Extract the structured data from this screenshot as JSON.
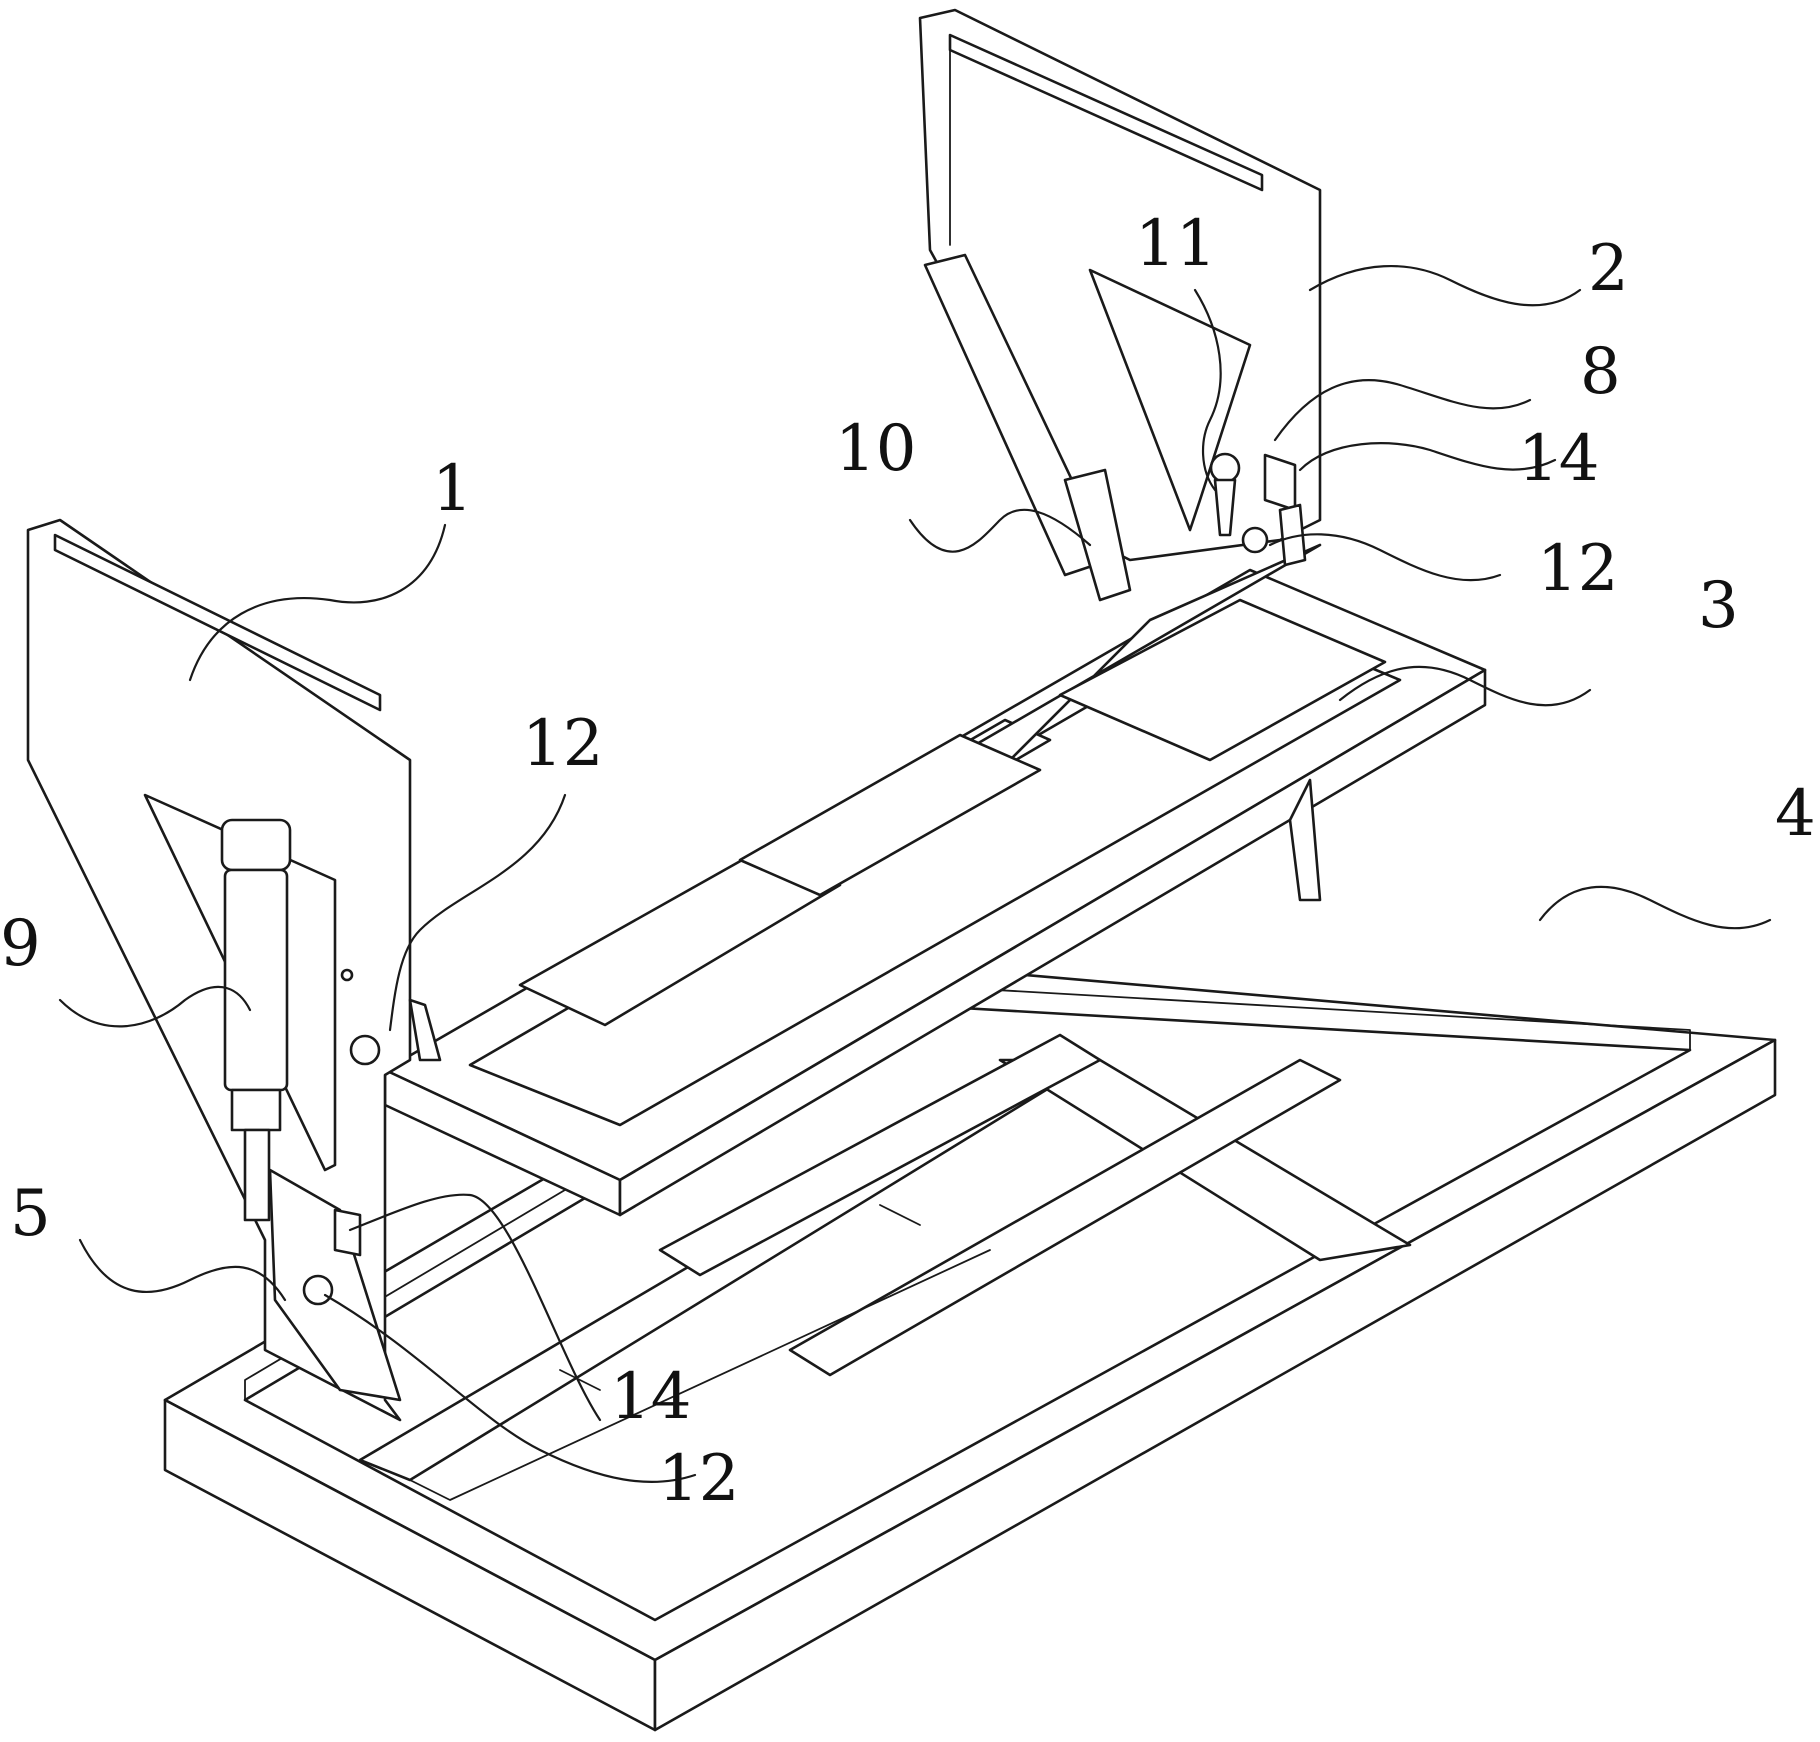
{
  "labels": {
    "l1": "1",
    "l2": "2",
    "l3": "3",
    "l4": "4",
    "l5": "5",
    "l8": "8",
    "l9": "9",
    "l10": "10",
    "l11": "11",
    "l12_left_top": "12",
    "l12_right": "12",
    "l12_left_bottom": "12",
    "l14_right": "14",
    "l14_left": "14"
  },
  "colors": {
    "line": "#1a1a1a",
    "background": "#ffffff"
  }
}
